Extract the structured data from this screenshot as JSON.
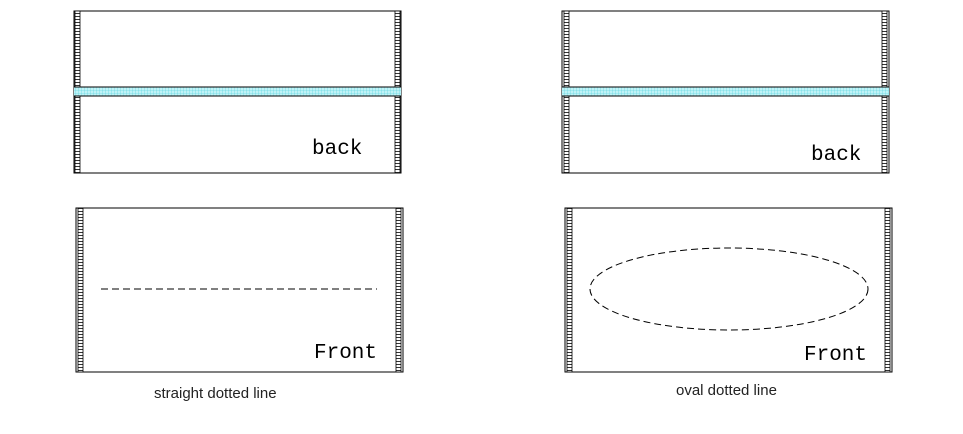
{
  "colors": {
    "outline": "#000000",
    "fold_strip": "#7fe3ec",
    "background": "#ffffff"
  },
  "left_design": {
    "back_label": "back",
    "front_label": "Front",
    "caption": "straight dotted line"
  },
  "right_design": {
    "back_label": "back",
    "front_label": "Front",
    "caption": "oval dotted line"
  }
}
